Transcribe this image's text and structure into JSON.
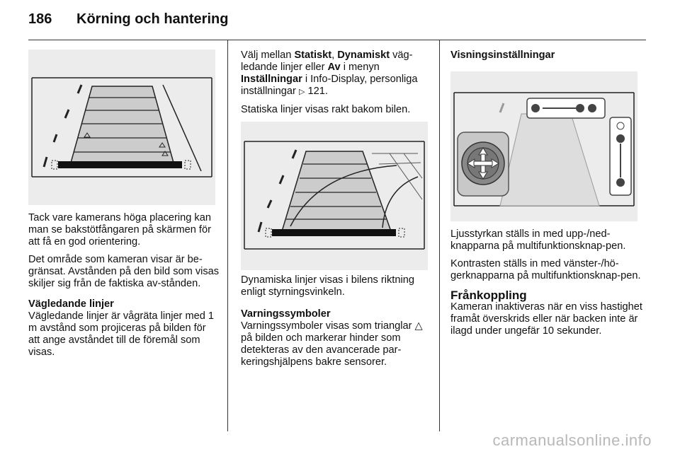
{
  "header": {
    "page_number": "186",
    "title": "Körning och hantering"
  },
  "column1": {
    "p1": "Tack vare kamerans höga placering kan man se bakstötfångaren på skärmen för att få en god orientering.",
    "p2": "Det område som kameran visar är be-gränsat. Avstånden på den bild som visas skiljer sig från de faktiska av-stånden.",
    "heading": "Vägledande linjer",
    "p3": "Vägledande linjer är vågräta linjer med 1 m avstånd som projiceras på bilden för att ange avståndet till de föremål som visas."
  },
  "column2": {
    "p1_a": "Välj mellan ",
    "p1_b": "Statiskt",
    "p1_c": ", ",
    "p1_d": "Dynamiskt",
    "p1_e": " väg-ledande linjer eller ",
    "p1_f": "Av",
    "p1_g": " i menyn ",
    "p1_h": "Inställningar",
    "p1_i": " i Info-Display, personliga inställningar ",
    "p1_ref": "121.",
    "p2": "Statiska linjer visas rakt bakom bilen.",
    "p3": "Dynamiska linjer visas i bilens riktning enligt styrningsvinkeln.",
    "heading": "Varningssymboler",
    "p4_a": "Varningssymboler visas som trianglar ",
    "p4_b": " på bilden och markerar hinder som detekteras av den avancerade par-keringshjälpens bakre sensorer."
  },
  "column3": {
    "heading": "Visningsinställningar",
    "p1": "Ljusstyrkan ställs in med upp-/ned-knapparna på multifunktionsknap-pen.",
    "p2": "Kontrasten ställs in med vänster-/hö-gerknapparna på multifunktionsknap-pen.",
    "heading2": "Frånkoppling",
    "p3": "Kameran inaktiveras när en viss hastighet framåt överskrids eller när backen inte är ilagd under ungefär 10 sekunder."
  },
  "watermark": "carmanualsonline.info"
}
